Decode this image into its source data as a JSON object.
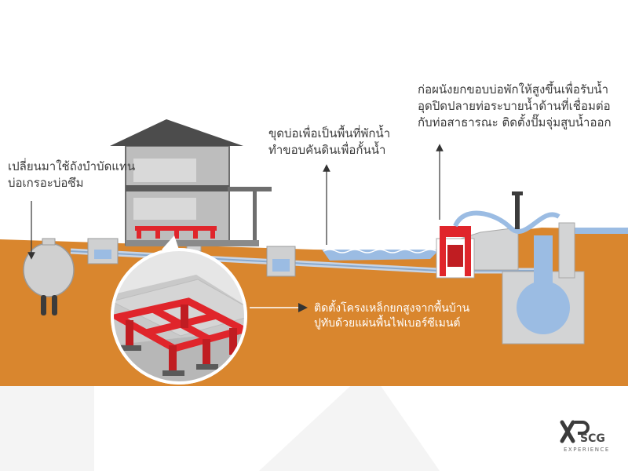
{
  "annotations": {
    "septic_tank": [
      "เปลี่ยนมาใช้ถังบำบัดแทน",
      "บ่อเกรอะบ่อซึม"
    ],
    "retention_pond": [
      "ขุดบ่อเพื่อเป็นพื้นที่พักน้ำ",
      "ทำขอบคันดินเพื่อกั้นน้ำ"
    ],
    "wall_and_pump": [
      "ก่อผนังยกขอบบ่อพักให้สูงขึ้นเพื่อรับน้ำ",
      "อุดปิดปลายท่อระบายน้ำด้านที่เชื่อมต่อ",
      "กับท่อสาธารณะ ติดตั้งปั๊มจุ่มสูบน้ำออก"
    ],
    "steel_frame": [
      "ติดตั้งโครงเหล็กยกสูงจากพื้นบ้าน",
      "ปูทับด้วยแผ่นพื้นไฟเบอร์ซีเมนต์"
    ]
  },
  "logo": {
    "brand": "SCG",
    "sub": "EXPERIENCE"
  },
  "colors": {
    "soil": "#d9862e",
    "concrete": "#d3d4d5",
    "water": "#9bbce3",
    "steel": "#e0252b",
    "house_wall": "#bdbdbd",
    "roof": "#4c4c4c",
    "text": "#3b3b3b"
  }
}
